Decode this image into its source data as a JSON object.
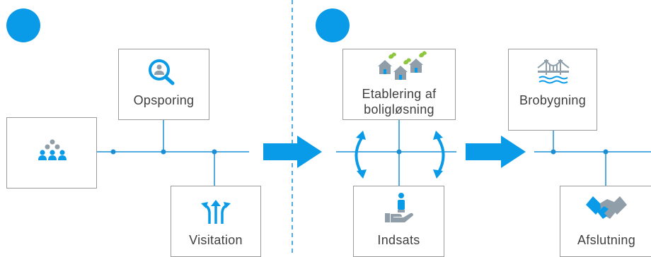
{
  "colors": {
    "accent": "#0a9be8",
    "line": "#1a8fd6",
    "box_border": "#9a9a9a",
    "icon_grey": "#8f9ea8",
    "text": "#404040"
  },
  "phases": [
    {
      "marker": "phase-1-circle"
    },
    {
      "marker": "phase-2-circle"
    }
  ],
  "nodes": {
    "population": {
      "label": "",
      "icon": "people-group-icon"
    },
    "opsporing": {
      "label": "Opsporing",
      "icon": "magnifier-person-icon"
    },
    "visitation": {
      "label": "Visitation",
      "icon": "split-arrows-icon"
    },
    "etablering": {
      "label_line1": "Etablering af",
      "label_line2": "boligløsning",
      "icon": "houses-icon"
    },
    "indsats": {
      "label": "Indsats",
      "icon": "hand-person-icon"
    },
    "brobygning": {
      "label": "Brobygning",
      "icon": "bridge-icon"
    },
    "afslutning": {
      "label": "Afslutning",
      "icon": "handshake-icon"
    }
  }
}
